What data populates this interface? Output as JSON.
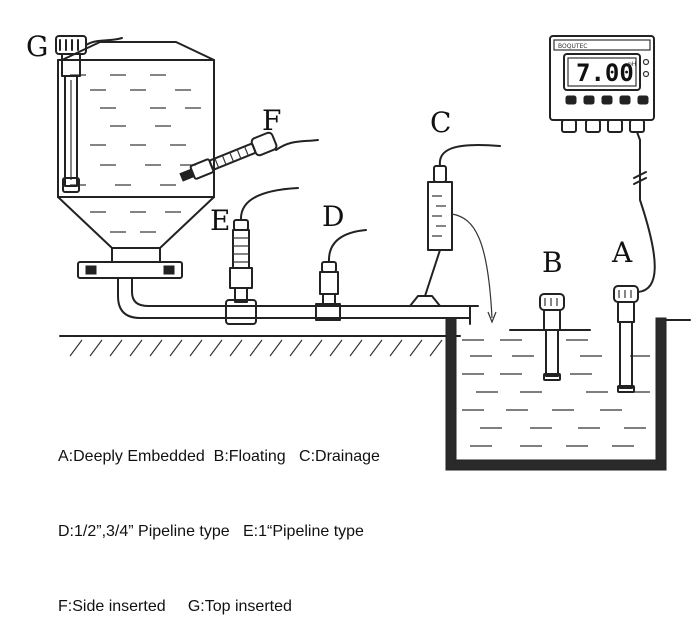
{
  "labels": {
    "A": "A",
    "B": "B",
    "C": "C",
    "D": "D",
    "E": "E",
    "F": "F",
    "G": "G"
  },
  "meter": {
    "reading": "7.00",
    "unit": "pH",
    "brand": "BOQUTEC"
  },
  "legend": [
    "A:Deeply Embedded  B:Floating   C:Drainage",
    "D:1/2”,3/4” Pipeline type   E:1“Pipeline type",
    "F:Side inserted     G:Top inserted"
  ]
}
